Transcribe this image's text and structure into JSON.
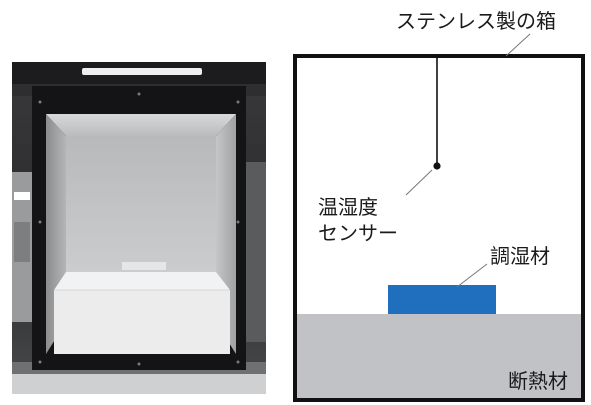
{
  "labels": {
    "box": "ステンレス製の箱",
    "sensor_line1": "温湿度",
    "sensor_line2": "センサー",
    "humidity_material": "調湿材",
    "insulation": "断熱材"
  },
  "colors": {
    "box_outline": "#111111",
    "humidity_material": "#1f6fbe",
    "insulation": "#c1c2c6",
    "sensor_dot": "#111111"
  }
}
